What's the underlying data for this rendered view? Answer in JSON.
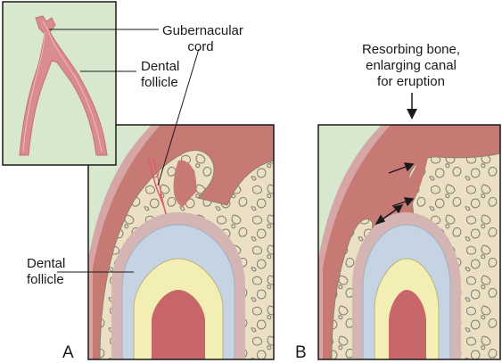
{
  "labels": {
    "gubernacular_line1": "Gubernacular",
    "gubernacular_line2": "cord",
    "follicle_inset_line1": "Dental",
    "follicle_inset_line2": "follicle",
    "follicle_a_line1": "Dental",
    "follicle_a_line2": "follicle",
    "resorbing_line1": "Resorbing bone,",
    "resorbing_line2": "enlarging canal",
    "resorbing_line3": "for eruption"
  },
  "panels": {
    "a": "A",
    "b": "B"
  },
  "colors": {
    "gingiva": "#d7e8cf",
    "mucosa": "#c97d76",
    "bone": "#ece1c6",
    "follicle": "#e0dcd9",
    "enamel": "#c6d3e3",
    "dentin": "#f2eeb4",
    "pulp": "#c8676a",
    "cord": "#e05a6a"
  }
}
